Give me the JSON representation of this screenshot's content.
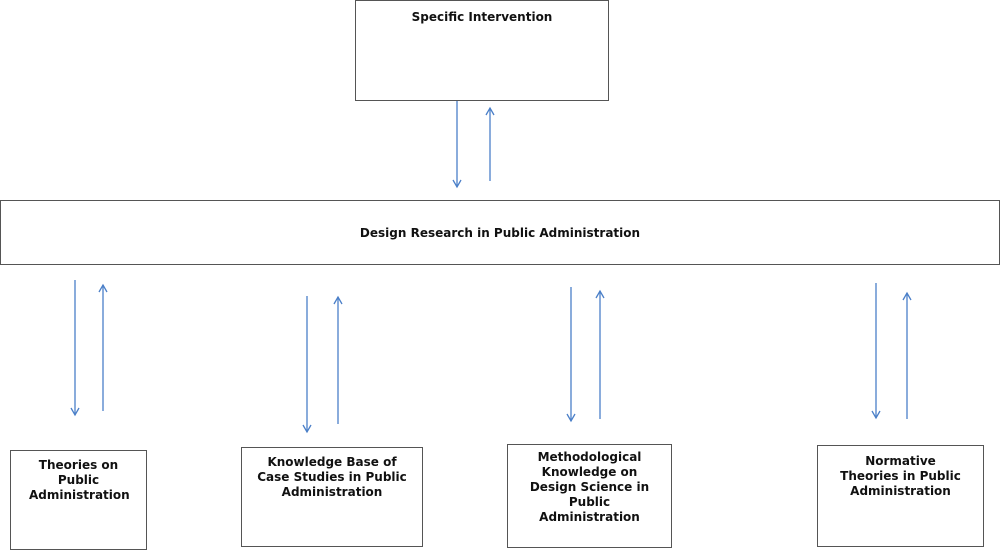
{
  "diagram": {
    "top": {
      "label": "Specific Intervention"
    },
    "center": {
      "label": "Design Research in Public Administration"
    },
    "bottom": [
      {
        "label": "Theories on Public Administration"
      },
      {
        "label": "Knowledge Base of Case Studies in Public Administration"
      },
      {
        "label": "Methodological Knowledge on Design Science in Public Administration"
      },
      {
        "label": "Normative Theories in Public Administration"
      }
    ],
    "arrow_color": "#4a7fc8"
  }
}
